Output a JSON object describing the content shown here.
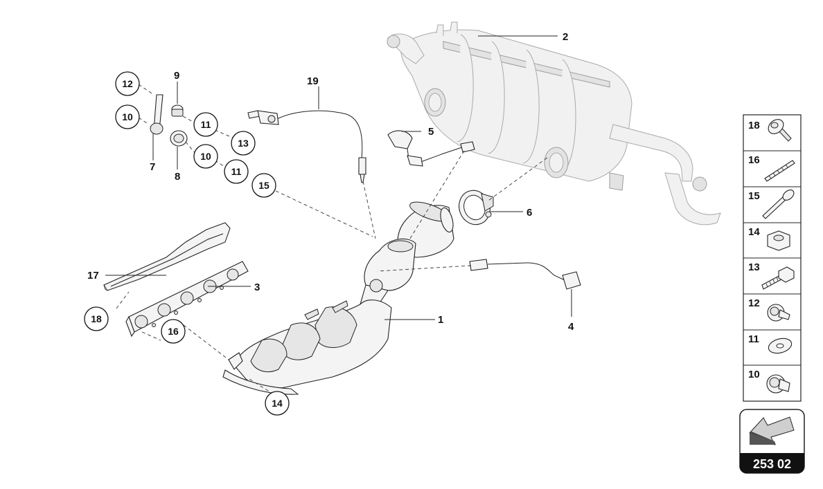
{
  "diagram": {
    "callouts_plain": [
      "1",
      "2",
      "3",
      "4",
      "5",
      "6",
      "7",
      "8",
      "9",
      "17",
      "19"
    ],
    "callouts_circled": [
      "10",
      "10",
      "11",
      "11",
      "12",
      "13",
      "14",
      "15",
      "16",
      "18"
    ]
  },
  "legend": {
    "items": [
      {
        "number": "18",
        "icon": "flange-bolt-icon"
      },
      {
        "number": "16",
        "icon": "stud-icon"
      },
      {
        "number": "15",
        "icon": "long-bolt-icon"
      },
      {
        "number": "14",
        "icon": "hex-nut-icon"
      },
      {
        "number": "13",
        "icon": "hex-bolt-icon"
      },
      {
        "number": "12",
        "icon": "short-bolt-icon"
      },
      {
        "number": "11",
        "icon": "washer-icon"
      },
      {
        "number": "10",
        "icon": "spacer-sleeve-icon"
      }
    ]
  },
  "nav": {
    "page_code": "253 02",
    "icon": "back-arrow-icon"
  }
}
